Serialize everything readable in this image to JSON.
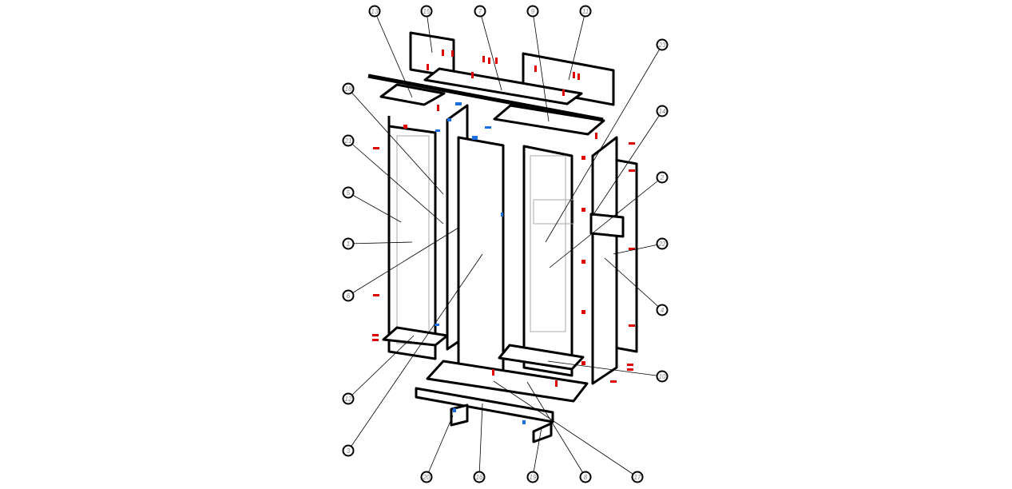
{
  "diagram": {
    "type": "exploded-assembly-view",
    "callouts": {
      "top": [
        "13",
        "15",
        "7",
        "9",
        "11"
      ],
      "left": [
        "18",
        "21",
        "5",
        "1",
        "6",
        "12",
        "3"
      ],
      "right": [
        "23",
        "14",
        "2",
        "22",
        "4",
        "10"
      ],
      "bottom": [
        "20",
        "16",
        "19",
        "8",
        "17"
      ]
    },
    "colors": {
      "lines": "#000000",
      "hardware_red": "#e00000",
      "hardware_blue": "#1a6fe0",
      "hidden_lines": "#aaaaaa"
    }
  }
}
